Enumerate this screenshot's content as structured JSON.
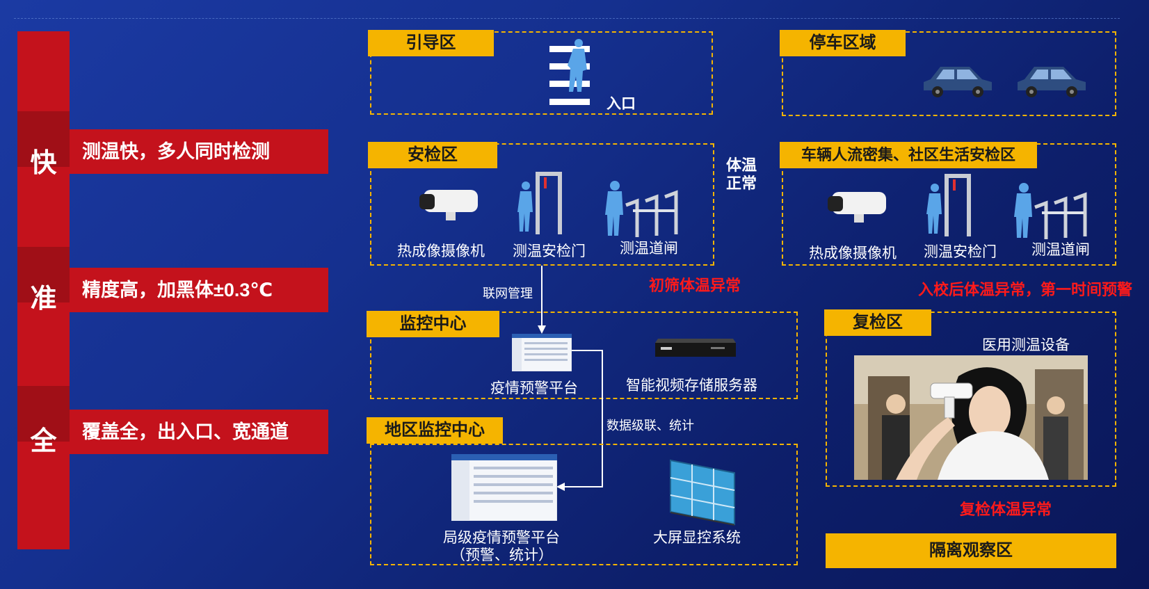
{
  "left": {
    "chars": [
      "快",
      "准",
      "全"
    ],
    "features": [
      "测温快，多人同时检测",
      "精度高，加黑体±0.3℃",
      "覆盖全，出入口、宽通道"
    ]
  },
  "zones": {
    "guide": {
      "label": "引导区",
      "entrance": "入口"
    },
    "security": {
      "label": "安检区",
      "devices": [
        "热成像摄像机",
        "测温安检门",
        "测温道闸"
      ]
    },
    "normal_temp": "体温\n正常",
    "parking": {
      "label": "停车区域"
    },
    "vehicle": {
      "label": "车辆人流密集、社区生活安检区",
      "devices": [
        "热成像摄像机",
        "测温安检门",
        "测温道闸"
      ]
    },
    "monitor": {
      "label": "监控中心",
      "platform": "疫情预警平台",
      "server": "智能视频存储服务器"
    },
    "regional": {
      "label": "地区监控中心",
      "platform_line1": "局级疫情预警平台",
      "platform_line2": "（预警、统计）",
      "screen": "大屏显控系统"
    },
    "recheck": {
      "label": "复检区",
      "device": "医用测温设备"
    },
    "isolation": {
      "label": "隔离观察区"
    }
  },
  "alerts": {
    "initial": "初筛体温异常",
    "school": "入校后体温异常，第一时间预警",
    "recheck": "复检体温异常"
  },
  "connectors": {
    "network": "联网管理",
    "cascade": "数据级联、统计"
  },
  "colors": {
    "accent": "#f5b400",
    "red": "#c4121c",
    "alert": "#ff1a1a"
  }
}
